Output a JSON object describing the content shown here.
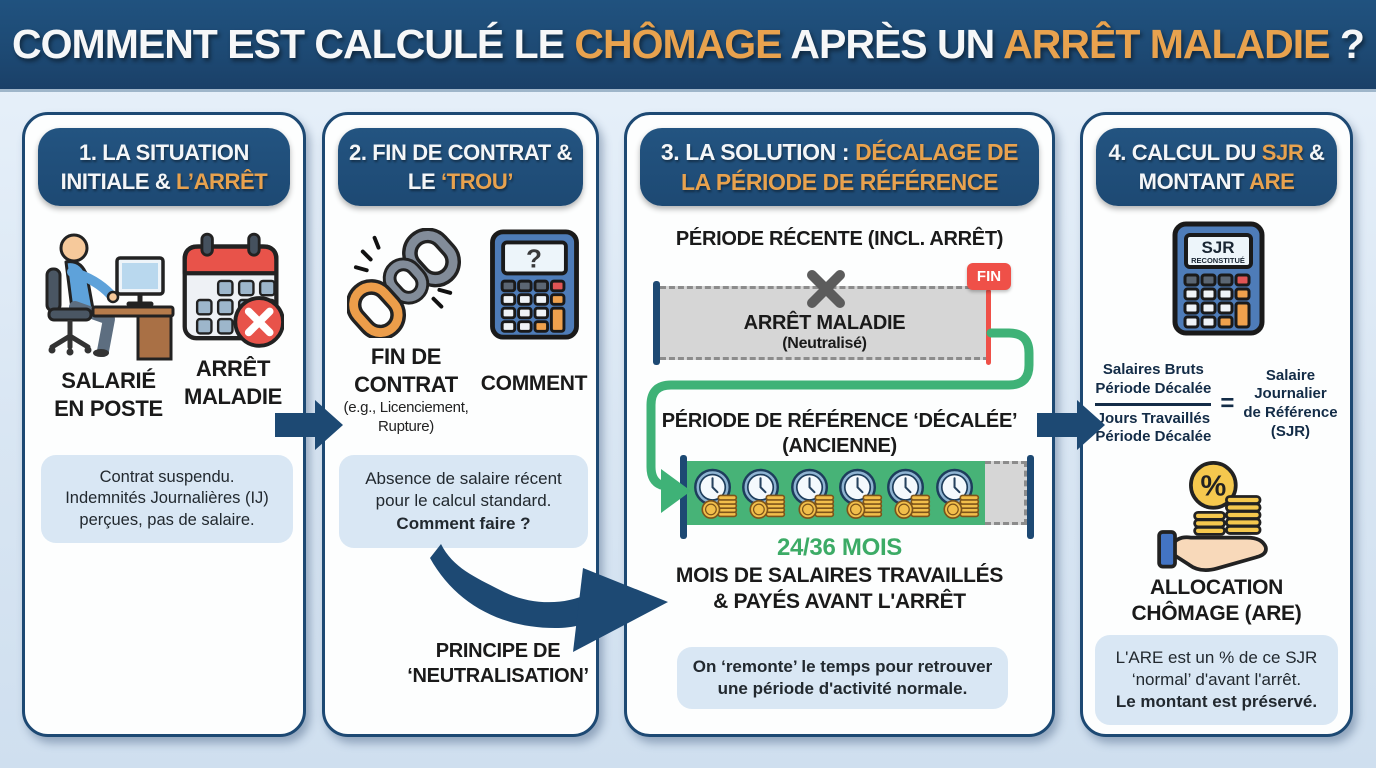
{
  "header": {
    "t1": "COMMENT EST CALCULÉ LE ",
    "a1": "CHÔMAGE",
    "t2": " APRÈS UN ",
    "a2": "ARRÊT MALADIE",
    "t3": " ?"
  },
  "colors": {
    "navy": "#1d4973",
    "orange": "#e8a24e",
    "green": "#3fb277",
    "red": "#ef5048",
    "note_box": "#d9e7f4",
    "neutralized_gray": "#d6d6d6"
  },
  "panels": {
    "p1": {
      "title": {
        "t1": "1. LA SITUATION INITIALE & ",
        "a1": "L’ARRÊT"
      },
      "worker_label": "SALARIÉ\nEN POSTE",
      "sick_label": "ARRÊT\nMALADIE",
      "note": "Contrat suspendu.\nIndemnités Journalières (IJ)\nperçues, pas de salaire."
    },
    "p2": {
      "title": {
        "t1": "2. FIN DE CONTRAT & LE ",
        "a1": "‘TROU’"
      },
      "chain_label": "FIN DE\nCONTRAT",
      "chain_sub": "(e.g., Licenciement,\nRupture)",
      "calc_label": "COMMENT",
      "calc_screen": "?",
      "note": "Absence de salaire récent\npour le calcul standard.",
      "note_bold": "Comment faire ?",
      "principle": "PRINCIPE DE\n‘NEUTRALISATION’"
    },
    "p3": {
      "title": {
        "t1": "3. LA SOLUTION : ",
        "a1": "DÉCALAGE DE LA PÉRIODE DE RÉFÉRENCE"
      },
      "recent_label": "PÉRIODE RÉCENTE (INCL. ARRÊT)",
      "fin": "FIN",
      "bar_main": "ARRÊT MALADIE",
      "bar_sub": "(Neutralisé)",
      "shifted_label": "PÉRIODE DE RÉFÉRENCE ‘DÉCALÉE’\n(ANCIENNE)",
      "months": "24/36 MOIS",
      "months_sub": "MOIS DE SALAIRES TRAVAILLÉS\n& PAYÉS AVANT L'ARRÊT",
      "note": "On ‘remonte’ le temps pour retrouver\nune période d'activité normale."
    },
    "p4": {
      "title": {
        "t1": "4. CALCUL DU ",
        "a1": "SJR",
        "t2": " & MONTANT ",
        "a2": "ARE"
      },
      "calc_screen_1": "SJR",
      "calc_screen_2": "RECONSTITUÉ",
      "formula": {
        "num": "Salaires Bruts\nPériode Décalée",
        "den": "Jours Travaillés\nPériode Décalée",
        "eq": "=",
        "result": "Salaire\nJournalier\nde Référence\n(SJR)"
      },
      "percent_symbol": "%",
      "alloc_label": "ALLOCATION\nCHÔMAGE (ARE)",
      "note": "L'ARE est un % de ce SJR\n‘normal’ d'avant l'arrêt.",
      "note_bold": "Le montant est préservé."
    }
  }
}
